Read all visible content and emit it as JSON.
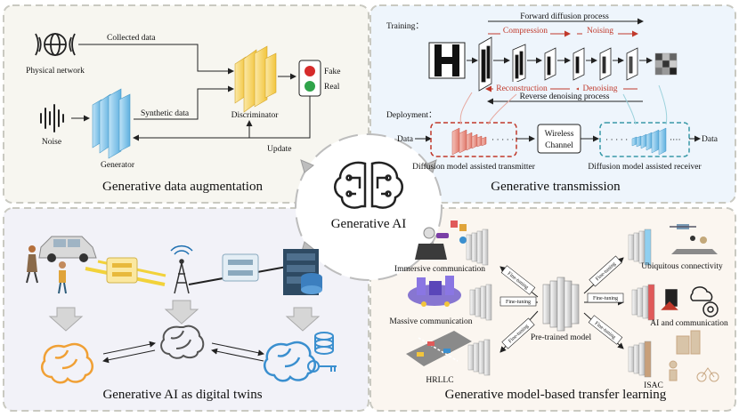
{
  "center": {
    "label": "Generative AI",
    "icon": "brain-circuit-icon"
  },
  "panels": {
    "augmentation": {
      "caption": "Generative data augmentation",
      "physical_network": "Physical network",
      "collected_data": "Collected data",
      "noise": "Noise",
      "synthetic_data": "Synthetic data",
      "generator": "Generator",
      "discriminator": "Discriminator",
      "fake": "Fake",
      "real": "Real",
      "update": "Update"
    },
    "transmission": {
      "caption": "Generative transmission",
      "training": "Training：",
      "forward": "Forward diffusion process",
      "compression": "Compression",
      "noising": "Noising",
      "reconstruction": "Reconstruction",
      "denoising": "Denoising",
      "reverse": "Reverse denoising process",
      "deployment": "Deployment：",
      "data_in": "Data",
      "data_out": "Data",
      "wireless_line1": "Wireless",
      "wireless_line2": "Channel",
      "tx": "Diffusion model assisted transmitter",
      "rx": "Diffusion model assisted receiver"
    },
    "digital_twins": {
      "caption": "Generative AI as digital twins"
    },
    "transfer": {
      "caption": "Generative model-based transfer learning",
      "immersive": "Immersive communication",
      "massive": "Massive communication",
      "hrllc": "HRLLC",
      "pretrained": "Pre-trained model",
      "ubiquitous": "Ubiquitous connectivity",
      "ai_comm": "AI and communication",
      "isac": "ISAC",
      "fine_tuning": "Fine-tuning"
    }
  },
  "colors": {
    "panel_bg": "#f6f6f0",
    "panel_border": "#c9c9c1",
    "blue_panel_bg": "#eef5fc",
    "lavender_bg": "#f1f1f8",
    "peach_bg": "#fbf6f0",
    "red_dash": "#c0392b",
    "teal_dash": "#3a9aa8",
    "gen_blue": "#7fc3e8",
    "disc_yellow": "#f5d36b"
  }
}
